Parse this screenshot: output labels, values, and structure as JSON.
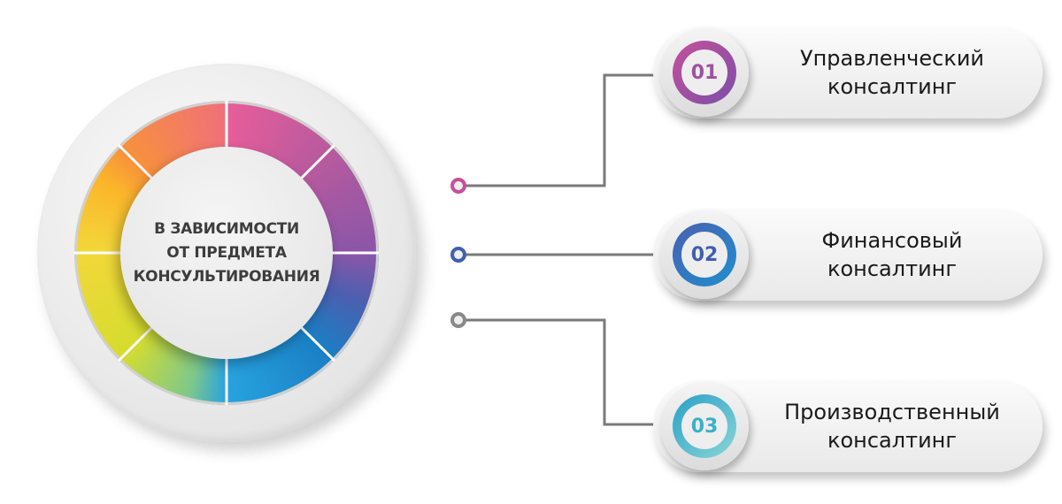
{
  "center_title": [
    "В ЗАВИСИМОСТИ",
    "ОТ ПРЕДМЕТА",
    "КОНСУЛЬТИРОВАНИЯ"
  ],
  "items": [
    {
      "number": "01",
      "line1": "Управленческий",
      "line2": "консалтинг",
      "color": "#9b4fa6",
      "color2": "#c5509a"
    },
    {
      "number": "02",
      "line1": "Финансовый",
      "line2": "консалтинг",
      "color": "#3f5fb0",
      "color2": "#2a8fd0"
    },
    {
      "number": "03",
      "line1": "Производственный",
      "line2": "консалтинг",
      "color": "#3bb0c8",
      "color2": "#7fcfd8"
    }
  ]
}
